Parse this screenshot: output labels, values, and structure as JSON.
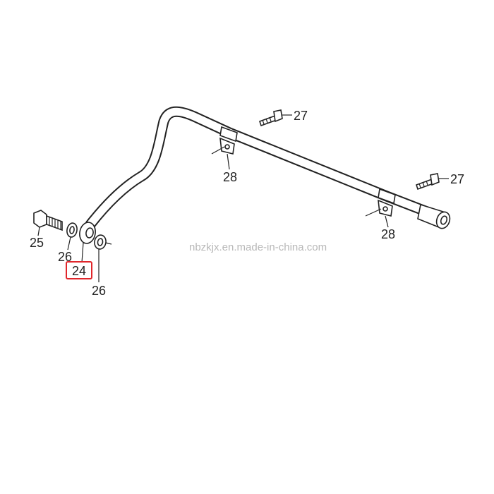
{
  "callouts": {
    "pipe": "24",
    "banjo_bolt": "25",
    "washer_upper": "26",
    "washer_lower": "26",
    "bolt_upper": "27",
    "bolt_lower": "27",
    "clamp_left": "28",
    "clamp_right": "28"
  },
  "watermark": "nbzkjx.en.made-in-china.com",
  "highlight_color": "#e0262b"
}
